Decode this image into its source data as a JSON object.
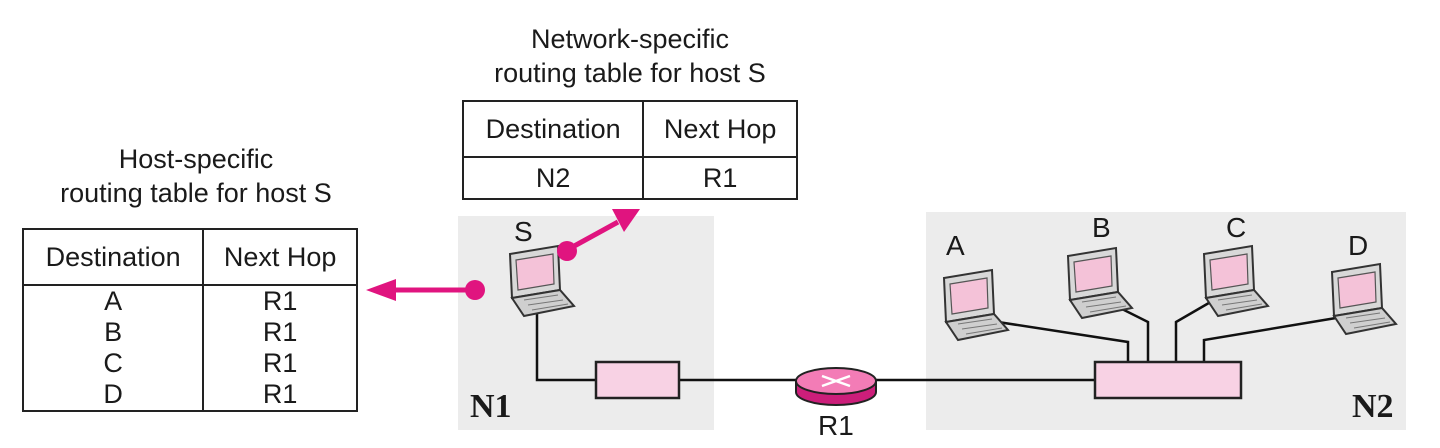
{
  "host_table": {
    "caption_line1": "Host-specific",
    "caption_line2": "routing table for host S",
    "headers": [
      "Destination",
      "Next Hop"
    ],
    "rows": [
      [
        "A",
        "R1"
      ],
      [
        "B",
        "R1"
      ],
      [
        "C",
        "R1"
      ],
      [
        "D",
        "R1"
      ]
    ]
  },
  "network_table": {
    "caption_line1": "Network-specific",
    "caption_line2": "routing table for host S",
    "headers": [
      "Destination",
      "Next Hop"
    ],
    "rows": [
      [
        "N2",
        "R1"
      ]
    ]
  },
  "networks": {
    "n1": "N1",
    "n2": "N2"
  },
  "hosts": {
    "s": "S",
    "a": "A",
    "b": "B",
    "c": "C",
    "d": "D"
  },
  "router": "R1",
  "colors": {
    "accent": "#e0147f",
    "device_fill": "#f8d2e4",
    "network_bg": "#ececec"
  },
  "icons": [
    "laptop-icon",
    "switch-icon",
    "router-icon",
    "arrow-icon"
  ]
}
